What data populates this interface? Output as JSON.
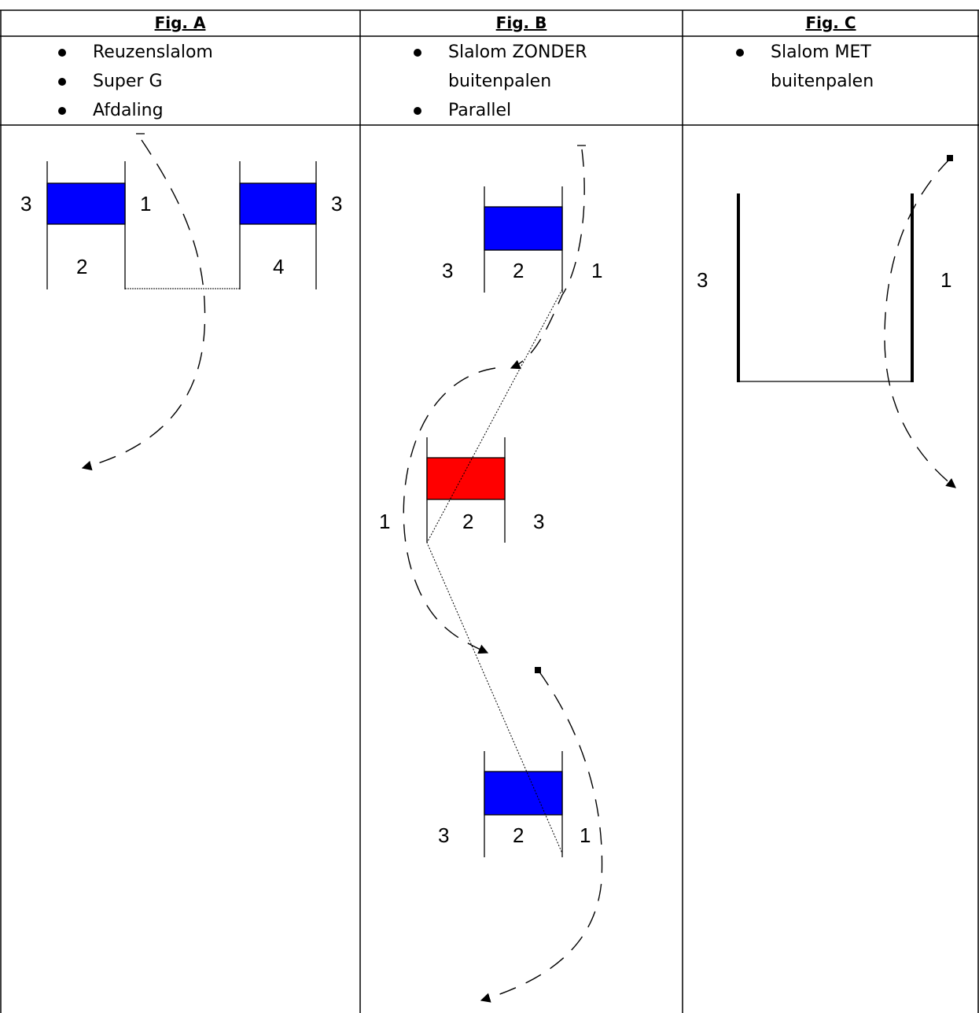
{
  "columns": [
    {
      "title": "Fig. A",
      "bullets": [
        {
          "text": "Reuzenslalom",
          "bullet": true
        },
        {
          "text": "Super G",
          "bullet": true
        },
        {
          "text": "Afdaling",
          "bullet": true
        }
      ],
      "labels": [
        "3",
        "1",
        "3",
        "2",
        "4"
      ]
    },
    {
      "title": "Fig. B",
      "bullets": [
        {
          "text": "Slalom ZONDER",
          "bullet": true
        },
        {
          "text": "buitenpalen",
          "bullet": false
        },
        {
          "text": "Parallel",
          "bullet": true
        }
      ],
      "labels": [
        "3",
        "2",
        "1",
        "1",
        "2",
        "3",
        "3",
        "2",
        "1"
      ]
    },
    {
      "title": "Fig. C",
      "bullets": [
        {
          "text": "Slalom MET",
          "bullet": true
        },
        {
          "text": "buitenpalen",
          "bullet": false
        }
      ],
      "labels": [
        "3",
        "1"
      ]
    }
  ],
  "colors": {
    "blue_gate": "#0000ff",
    "red_gate": "#ff0000",
    "line": "#000000"
  }
}
